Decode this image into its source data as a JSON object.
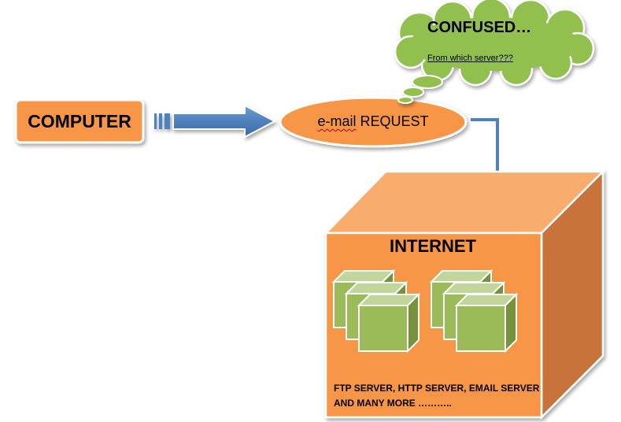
{
  "computer": {
    "label": "COMPUTER"
  },
  "request": {
    "prefix": "e-mail",
    "rest": " REQUEST"
  },
  "thought": {
    "title": "CONFUSED…",
    "subtitle": "From which server???"
  },
  "internet": {
    "title": "INTERNET",
    "servers_text": "FTP SERVER, HTTP SERVER, EMAIL SERVER AND MANY MORE ………..",
    "server_group_count": 2,
    "cubes_per_group": 3
  },
  "colors": {
    "orange": "#f79646",
    "orange_light": "#f8ad6e",
    "orange_dark": "#c8733a",
    "green_front": "#9bbb59",
    "green_top": "#c2d69b",
    "green_side": "#76923c",
    "cloud": "#92c050",
    "arrow_blue": "#4f81bd"
  }
}
